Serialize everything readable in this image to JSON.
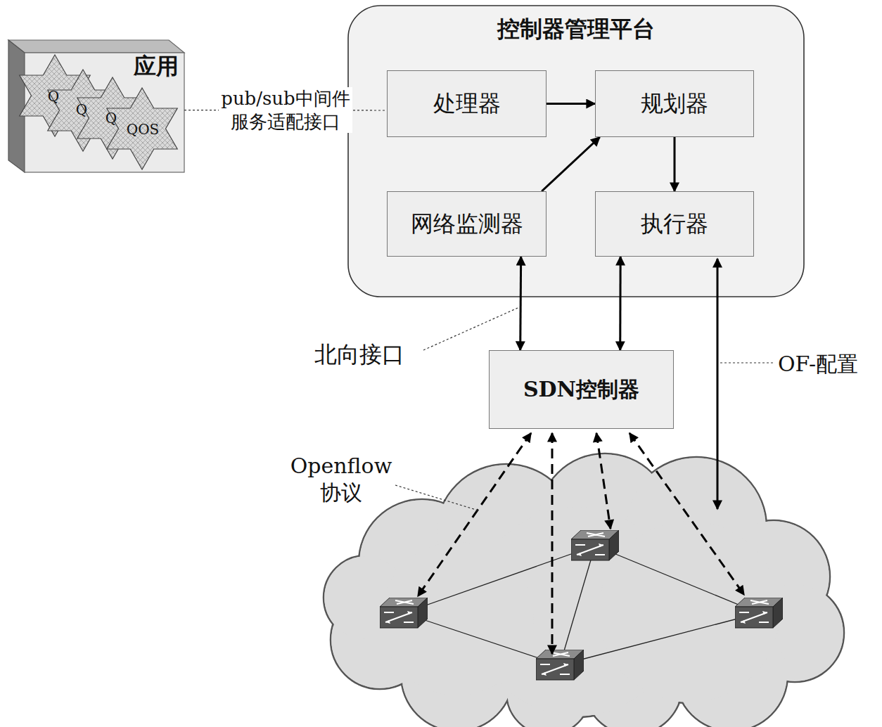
{
  "diagram": {
    "nodes": [
      {
        "text": [
          "应用"
        ]
      },
      {
        "text": [
          "控制器管理平台"
        ]
      },
      {
        "text": [
          "处理器"
        ],
        "in": 1
      },
      {
        "text": [
          "规划器"
        ],
        "in": 1
      },
      {
        "text": [
          "网络监测器"
        ],
        "in": 1
      },
      {
        "text": [
          "执行器"
        ],
        "in": 1
      },
      {
        "text": [
          "SDN控制器"
        ]
      }
    ],
    "edges": [
      {
        "from": 0,
        "to": 2,
        "arrow": "none",
        "label": "pub/sub中间件 服务适配接口"
      },
      {
        "from": 2,
        "to": 3,
        "arrow": "to"
      },
      {
        "from": 4,
        "to": 3,
        "arrow": "to"
      },
      {
        "from": 3,
        "to": 5,
        "arrow": "to"
      },
      {
        "from": 4,
        "to": 6,
        "arrow": "both"
      },
      {
        "from": 5,
        "to": 6,
        "arrow": "both"
      }
    ],
    "labels": [
      "Q",
      "Q",
      "Q",
      "QOS",
      "北向接口",
      "OF-配置",
      "Openflow 协议"
    ]
  }
}
